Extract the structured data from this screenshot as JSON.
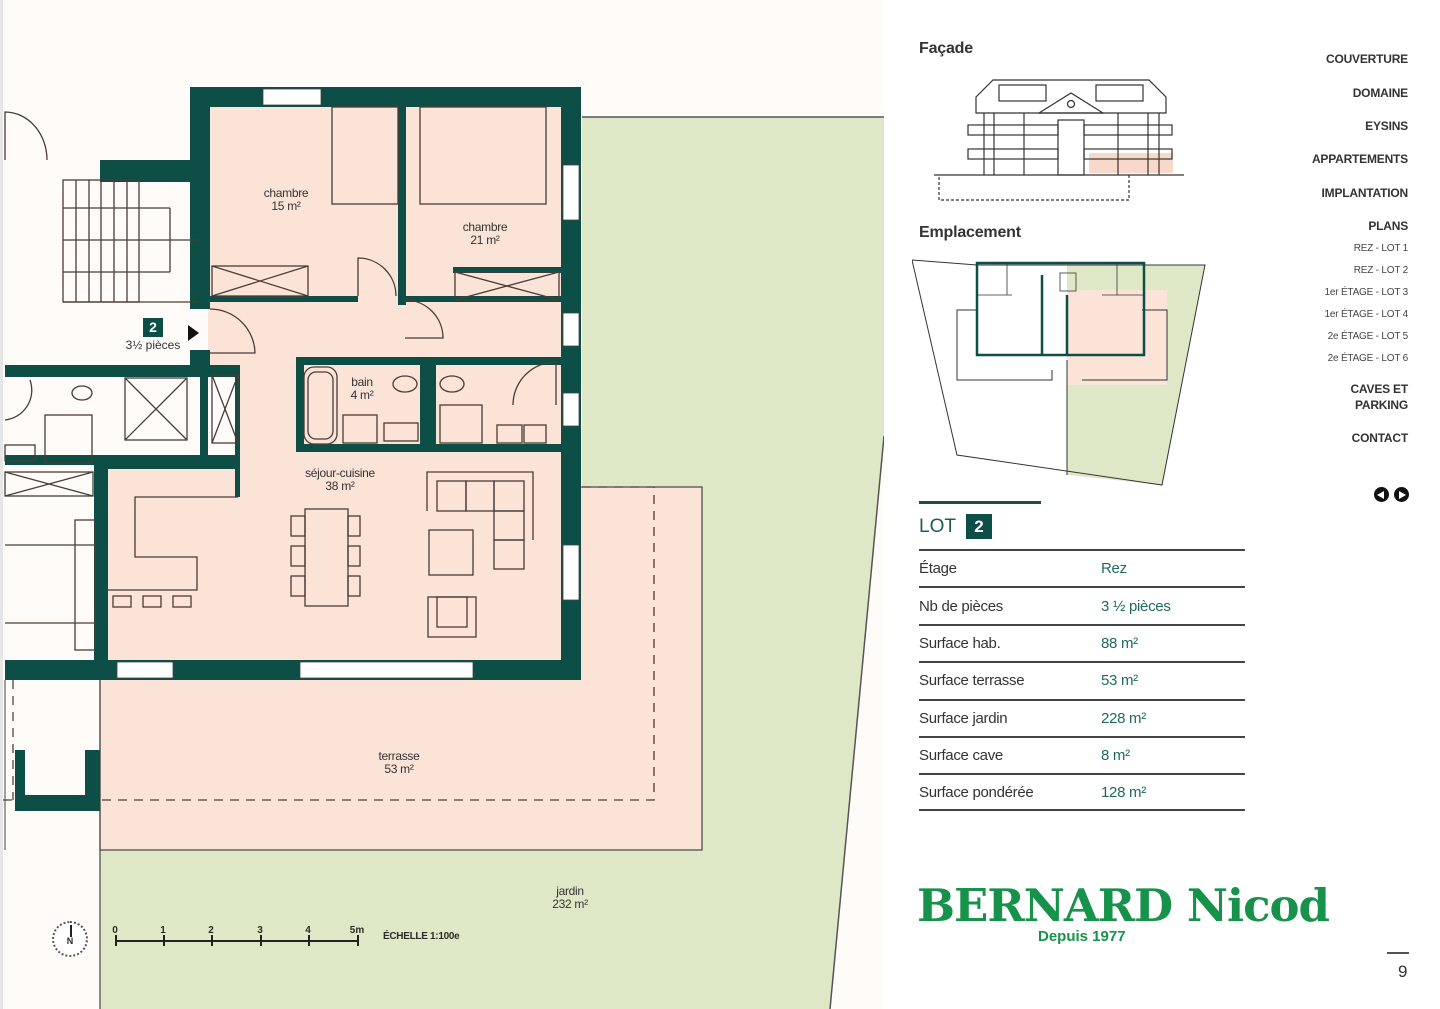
{
  "colors": {
    "wall": "#0d4f46",
    "apartment_fill": "#fbe3d8",
    "garden_fill": "#dfe8c6",
    "logo_green": "#16924a",
    "value_green": "#1e6a5f"
  },
  "plan": {
    "lot_marker": {
      "number": "2",
      "label": "3½ pièces"
    },
    "rooms": [
      {
        "name": "chambre",
        "area": "15 m²"
      },
      {
        "name": "chambre",
        "area": "21 m²"
      },
      {
        "name": "bain",
        "area": "4 m²"
      },
      {
        "name": "séjour-cuisine",
        "area": "38 m²"
      },
      {
        "name": "terrasse",
        "area": "53 m²"
      },
      {
        "name": "jardin",
        "area": "232 m²"
      }
    ],
    "compass": "N",
    "scale_ticks": [
      "0",
      "1",
      "2",
      "3",
      "4",
      "5m"
    ],
    "scale_text": "ÉCHELLE 1:100e"
  },
  "sidebar": {
    "facade_title": "Façade",
    "site_title": "Emplacement",
    "lot": {
      "label": "LOT",
      "number": "2",
      "specs": [
        {
          "key": "Étage",
          "value": "Rez"
        },
        {
          "key": "Nb de pièces",
          "value": "3 ½ pièces"
        },
        {
          "key": "Surface hab.",
          "value": "88 m²"
        },
        {
          "key": "Surface terrasse",
          "value": "53 m²"
        },
        {
          "key": "Surface jardin",
          "value": "228 m²"
        },
        {
          "key": "Surface cave",
          "value": "8 m²"
        },
        {
          "key": "Surface pondérée",
          "value": "128 m²"
        }
      ]
    },
    "logo": {
      "brand": "BERNARD Nicod",
      "tagline": "Depuis 1977"
    },
    "page_number": "9"
  },
  "nav": {
    "items": [
      {
        "label": "COUVERTURE"
      },
      {
        "label": "DOMAINE"
      },
      {
        "label": "EYSINS"
      },
      {
        "label": "APPARTEMENTS"
      },
      {
        "label": "IMPLANTATION"
      },
      {
        "label": "PLANS"
      }
    ],
    "sub_items": [
      {
        "label": "REZ - LOT 1"
      },
      {
        "label": "REZ - LOT 2"
      },
      {
        "label": "1er ÉTAGE - LOT 3"
      },
      {
        "label": "1er ÉTAGE - LOT 4"
      },
      {
        "label": "2e ÉTAGE - LOT 5"
      },
      {
        "label": "2e ÉTAGE - LOT 6"
      }
    ],
    "tail_items": [
      {
        "label": "CAVES ET PARKING"
      },
      {
        "label": "CONTACT"
      }
    ],
    "prev_icon": "arrow-left-circle-icon",
    "next_icon": "arrow-right-circle-icon"
  }
}
